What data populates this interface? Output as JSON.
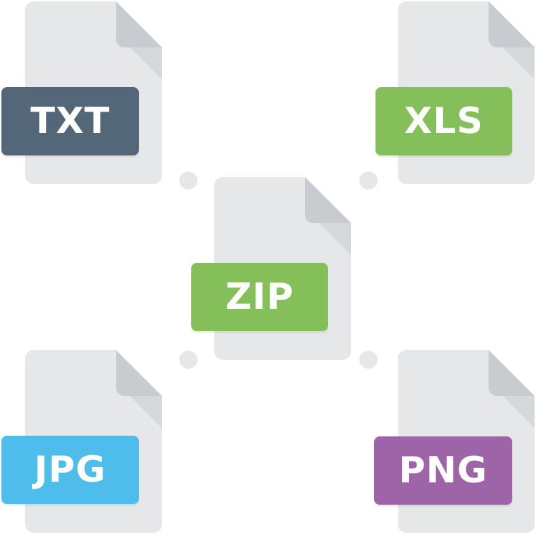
{
  "files": {
    "txt": {
      "label": "TXT",
      "color": "#546778"
    },
    "xls": {
      "label": "XLS",
      "color": "#85bf5a"
    },
    "zip": {
      "label": "ZIP",
      "color": "#85bf5a"
    },
    "jpg": {
      "label": "JPG",
      "color": "#4ebdeb"
    },
    "png": {
      "label": "PNG",
      "color": "#9d64a8"
    }
  },
  "colors": {
    "document": "#e6e7e9",
    "fold": "#c8cbcf",
    "fold_shadow": "#d6d9dc",
    "connector_dot": "#e6e7e8"
  },
  "icons": {
    "document": "file-document-icon",
    "connector": "connector-dot"
  }
}
